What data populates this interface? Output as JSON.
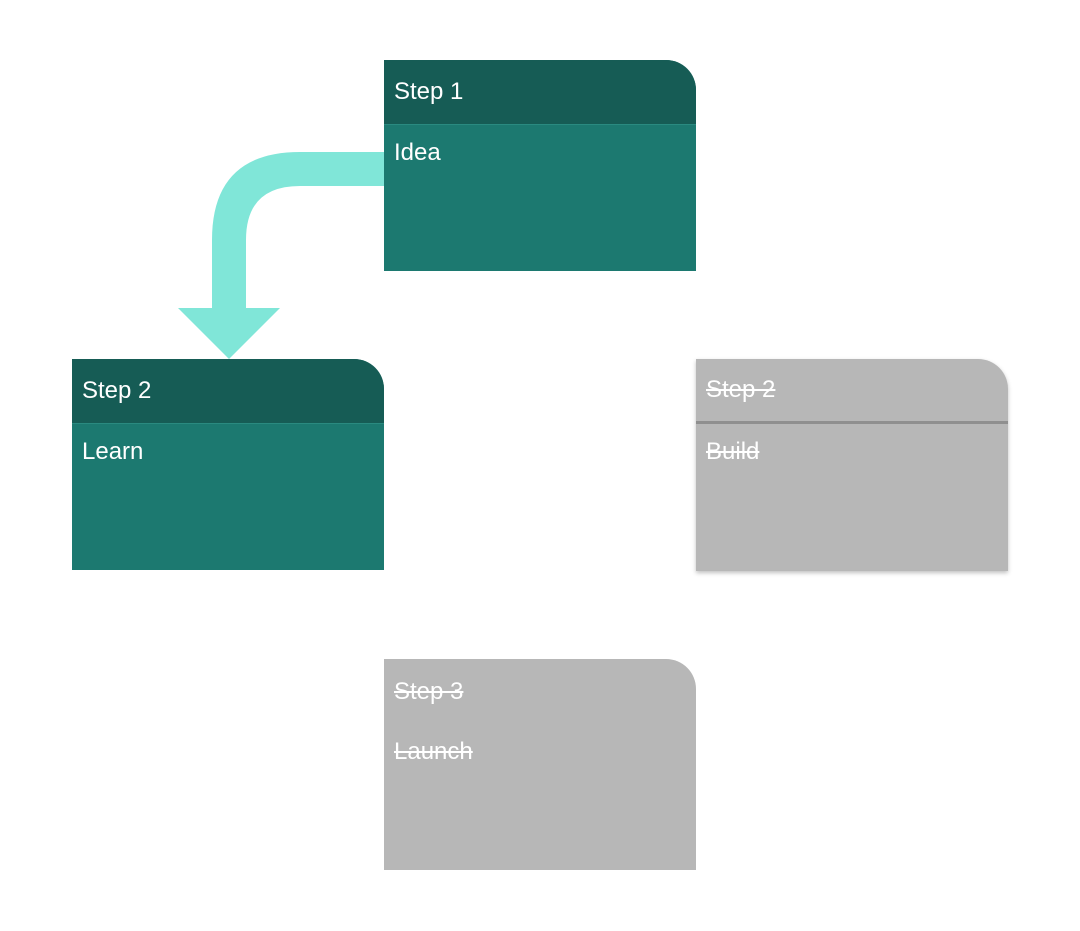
{
  "colors": {
    "active_card_body": "#1c7970",
    "active_card_header": "#165c55",
    "done_card": "#b7b7b7",
    "arrow": "#80e6d8",
    "text": "#ffffff"
  },
  "cards": {
    "step1": {
      "header": "Step 1",
      "body": "Idea",
      "state": "active"
    },
    "learn": {
      "header": "Step 2",
      "body": "Learn",
      "state": "active"
    },
    "build": {
      "header": "Step 2",
      "body": "Build",
      "state": "crossed-out"
    },
    "launch": {
      "header": "Step 3",
      "body": "Launch",
      "state": "crossed-out"
    }
  },
  "connector": {
    "from": "step1",
    "to": "learn",
    "shape": "curved-down-arrow"
  }
}
